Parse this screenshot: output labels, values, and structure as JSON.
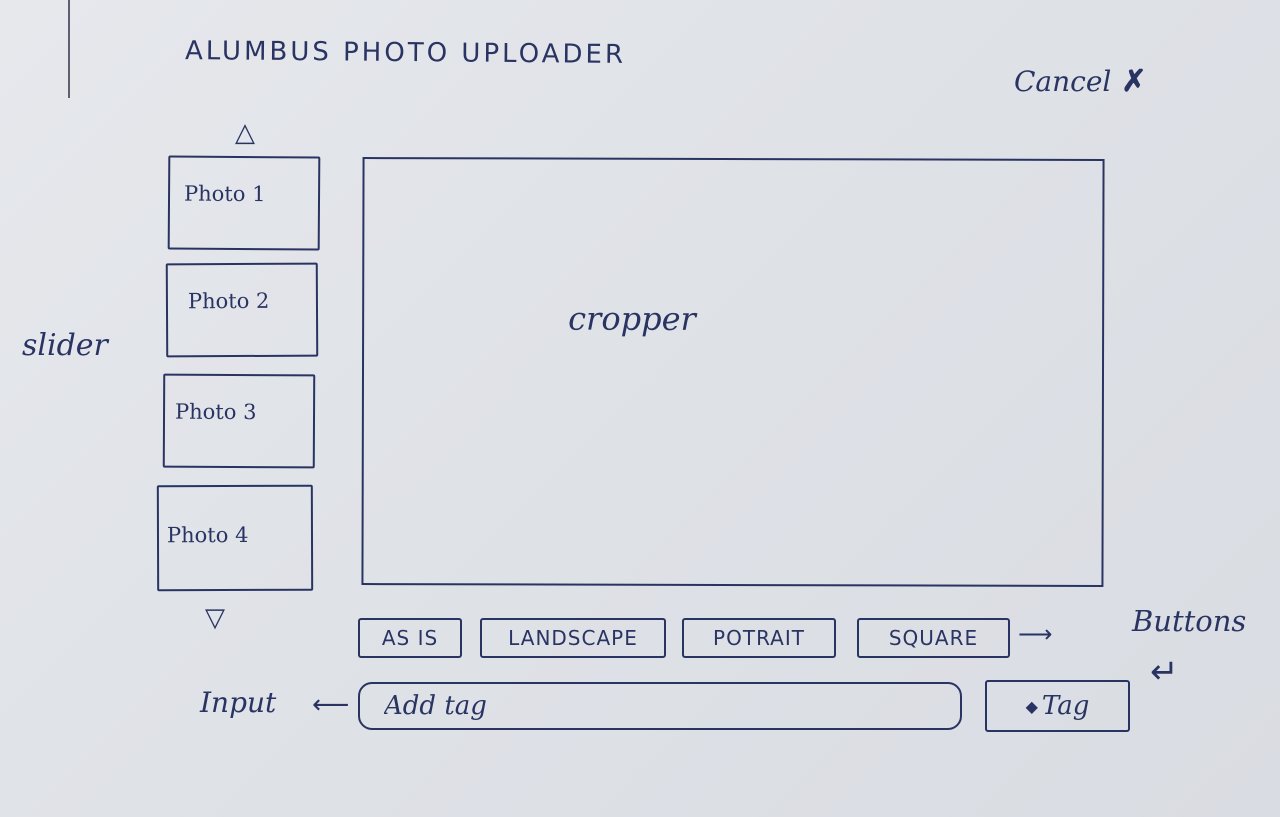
{
  "app": {
    "title": "ALUMBUS PHOTO UPLOADER"
  },
  "header": {
    "cancel_label": "Cancel",
    "close_icon": "✗"
  },
  "annotations": {
    "slider": "slider",
    "buttons": "Buttons",
    "input": "Input"
  },
  "slider": {
    "up_icon": "△",
    "down_icon": "▽",
    "items": [
      {
        "label": "Photo 1"
      },
      {
        "label": "Photo 2"
      },
      {
        "label": "Photo 3"
      },
      {
        "label": "Photo 4"
      }
    ]
  },
  "cropper": {
    "label": "cropper"
  },
  "crop_buttons": {
    "as_is": "AS IS",
    "landscape": "LANDSCAPE",
    "portrait": "POTRAIT",
    "square": "SQUARE"
  },
  "tag": {
    "placeholder": "Add tag",
    "button_label": "Tag",
    "button_icon": "◆"
  },
  "arrows": {
    "buttons": "⟶",
    "bend": "↵",
    "input": "⟵"
  }
}
